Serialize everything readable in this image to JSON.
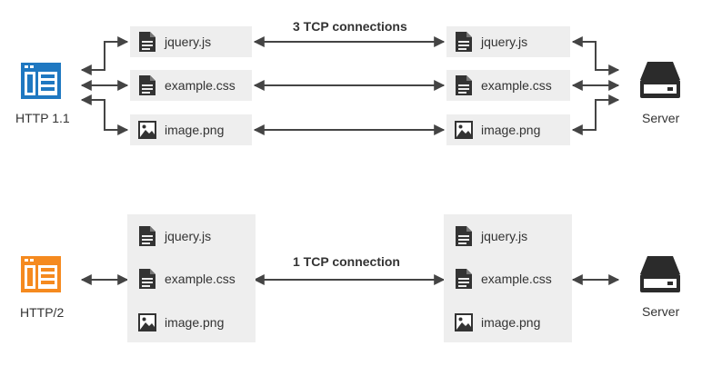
{
  "top": {
    "client_label": "HTTP 1.1",
    "server_label": "Server",
    "connection_label": "3 TCP connections",
    "files_left": [
      "jquery.js",
      "example.css",
      "image.png"
    ],
    "files_right": [
      "jquery.js",
      "example.css",
      "image.png"
    ]
  },
  "bottom": {
    "client_label": "HTTP/2",
    "server_label": "Server",
    "connection_label": "1 TCP connection",
    "files_left": [
      "jquery.js",
      "example.css",
      "image.png"
    ],
    "files_right": [
      "jquery.js",
      "example.css",
      "image.png"
    ]
  },
  "colors": {
    "http1_icon": "#1f78c1",
    "http2_icon": "#f58a1f",
    "server_icon": "#2b2b2b",
    "box_bg": "#eeeeee",
    "arrow": "#444444"
  }
}
